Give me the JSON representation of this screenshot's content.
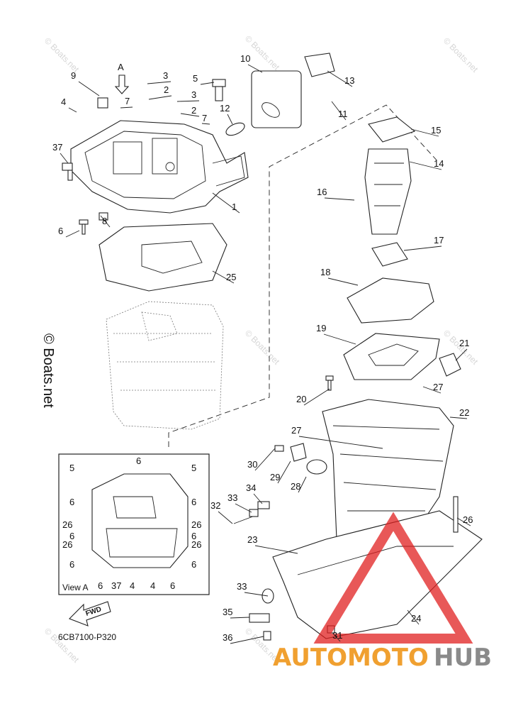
{
  "diagram": {
    "drawing_code": "6CB7100-P320",
    "copyright": "© Boats.net",
    "watermark_text": "© Boats.net",
    "view_a_label": "View A",
    "arrow_a_label": "A",
    "fwd_label": "FWD",
    "brand": {
      "part1": "AUTOMOTO",
      "part2": "HUB",
      "color1": "#f0a030",
      "color2": "#8a8a8a",
      "logo_color": "#e02020"
    },
    "callouts": [
      "1",
      "2",
      "2",
      "3",
      "3",
      "4",
      "5",
      "6",
      "7",
      "7",
      "8",
      "9",
      "10",
      "11",
      "12",
      "13",
      "14",
      "15",
      "16",
      "17",
      "18",
      "19",
      "20",
      "21",
      "22",
      "23",
      "24",
      "25",
      "26",
      "27",
      "27",
      "28",
      "29",
      "30",
      "31",
      "32",
      "33",
      "33",
      "34",
      "35",
      "36",
      "37"
    ],
    "view_a_callouts": [
      "5",
      "5",
      "6",
      "6",
      "6",
      "6",
      "6",
      "6",
      "6",
      "26",
      "26",
      "26",
      "26",
      "4",
      "4",
      "37",
      "6",
      "6"
    ]
  }
}
